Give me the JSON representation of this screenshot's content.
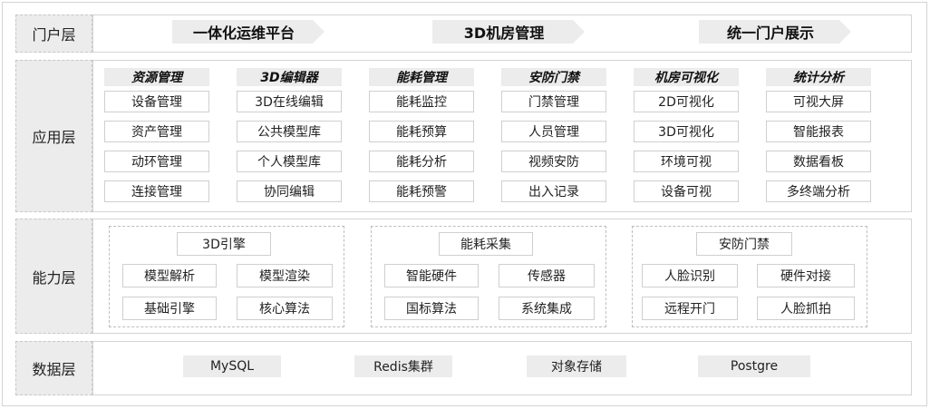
{
  "layers": {
    "portal": {
      "label": "门户层",
      "items": [
        "一体化运维平台",
        "3D机房管理",
        "统一门户展示"
      ]
    },
    "application": {
      "label": "应用层",
      "columns": [
        {
          "title": "资源管理",
          "items": [
            "设备管理",
            "资产管理",
            "动环管理",
            "连接管理"
          ]
        },
        {
          "title": "3D编辑器",
          "items": [
            "3D在线编辑",
            "公共模型库",
            "个人模型库",
            "协同编辑"
          ]
        },
        {
          "title": "能耗管理",
          "items": [
            "能耗监控",
            "能耗预算",
            "能耗分析",
            "能耗预警"
          ]
        },
        {
          "title": "安防门禁",
          "items": [
            "门禁管理",
            "人员管理",
            "视频安防",
            "出入记录"
          ]
        },
        {
          "title": "机房可视化",
          "items": [
            "2D可视化",
            "3D可视化",
            "环境可视",
            "设备可视"
          ]
        },
        {
          "title": "统计分析",
          "items": [
            "可视大屏",
            "智能报表",
            "数据看板",
            "多终端分析"
          ]
        }
      ]
    },
    "capability": {
      "label": "能力层",
      "groups": [
        {
          "title": "3D引擎",
          "items": [
            "模型解析",
            "模型渲染",
            "基础引擎",
            "核心算法"
          ]
        },
        {
          "title": "能耗采集",
          "items": [
            "智能硬件",
            "传感器",
            "国标算法",
            "系统集成"
          ]
        },
        {
          "title": "安防门禁",
          "items": [
            "人脸识别",
            "硬件对接",
            "远程开门",
            "人脸抓拍"
          ]
        }
      ]
    },
    "data": {
      "label": "数据层",
      "items": [
        "MySQL",
        "Redis集群",
        "对象存储",
        "Postgre"
      ]
    }
  },
  "colors": {
    "label_fill": "#ececec",
    "border": "#d4d4d4",
    "text": "#222222"
  }
}
